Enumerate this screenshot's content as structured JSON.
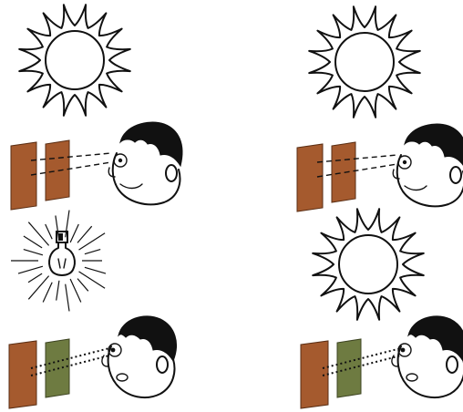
{
  "colors": {
    "background": "#ffffff",
    "outline": "#111111",
    "brown_panel": "#a55a2e",
    "brown_panel_shade": "#8a4724",
    "green_panel": "#6e7b41",
    "skin": "#ffffff",
    "hair": "#111111"
  },
  "panels": [
    {
      "light_source": "sun-icon",
      "observer": "observer-face-smiling",
      "samples": [
        "brown",
        "brown"
      ],
      "sight_line": "dashed"
    },
    {
      "light_source": "sun-icon",
      "observer": "observer-face-smiling",
      "samples": [
        "brown",
        "brown"
      ],
      "sight_line": "dashed"
    },
    {
      "light_source": "light-bulb-icon",
      "observer": "observer-face-surprised",
      "samples": [
        "brown",
        "green"
      ],
      "sight_line": "dotted"
    },
    {
      "light_source": "sun-icon",
      "observer": "observer-face-surprised",
      "samples": [
        "brown",
        "green"
      ],
      "sight_line": "dotted"
    }
  ]
}
